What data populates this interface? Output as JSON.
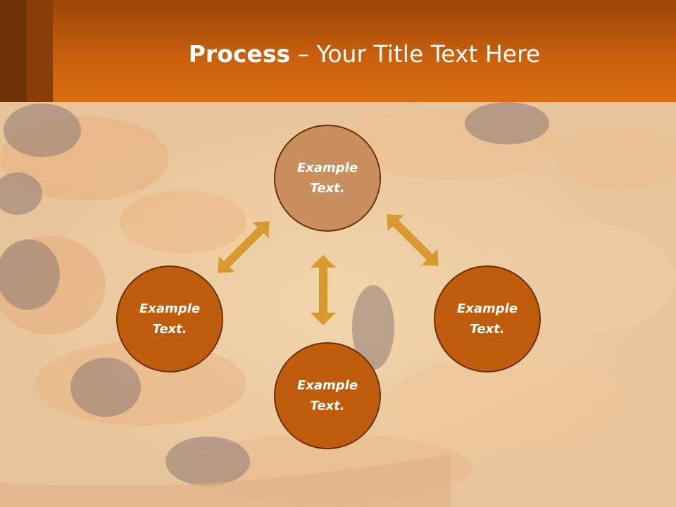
{
  "title": {
    "bold": "Process",
    "rest": " – Your Title Text Here"
  },
  "nodes": [
    {
      "text": "Example\nText.",
      "position": "top"
    },
    {
      "text": "Example\nText.",
      "position": "left"
    },
    {
      "text": "Example\nText.",
      "position": "bottom"
    },
    {
      "text": "Example\nText.",
      "position": "right"
    }
  ],
  "colors": {
    "header": "#d96c0f",
    "header_stripes": [
      "#6e3208",
      "#8a3f0b"
    ],
    "node_fill": "#c05d0c",
    "node_fill_top": "#c98f5e",
    "node_border": "#6b3006",
    "arrow": "#d89a2e"
  },
  "icons": [
    "double-arrow-icon"
  ]
}
